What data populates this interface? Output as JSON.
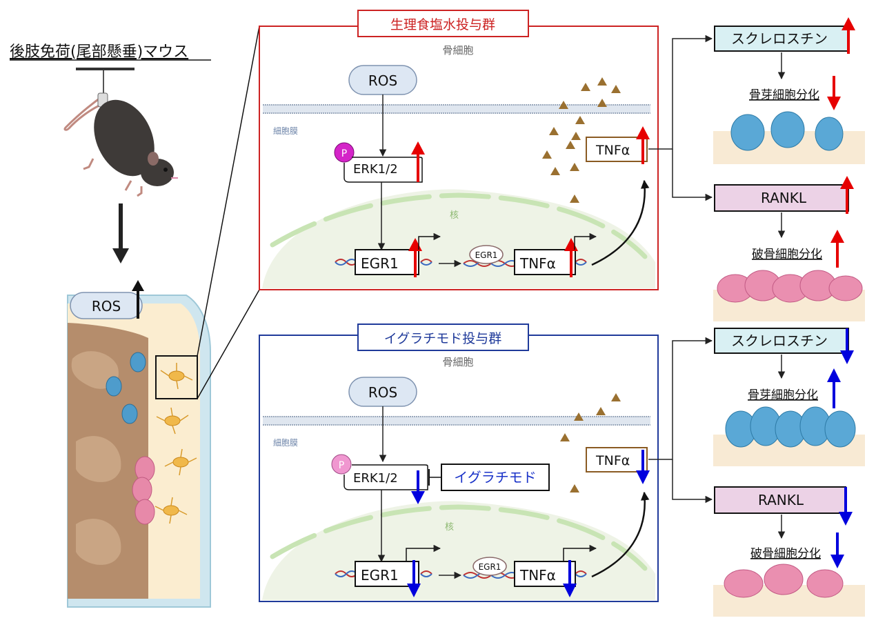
{
  "left": {
    "title": "後肢免荷(尾部懸垂)マウス",
    "ros": "ROS"
  },
  "panel_saline": {
    "title": "生理食塩水投与群",
    "cell_label": "骨細胞",
    "membrane_label": "細胞膜",
    "nucleus_label": "核",
    "ros": "ROS",
    "p": "P",
    "erk": "ERK1/2",
    "egr1_gene": "EGR1",
    "egr1_protein": "EGR1",
    "tnf_gene": "TNFα",
    "tnf_secreted": "TNFα"
  },
  "panel_igura": {
    "title": "イグラチモド投与群",
    "cell_label": "骨細胞",
    "membrane_label": "細胞膜",
    "nucleus_label": "核",
    "ros": "ROS",
    "p": "P",
    "erk": "ERK1/2",
    "drug": "イグラチモド",
    "egr1_gene": "EGR1",
    "egr1_protein": "EGR1",
    "tnf_gene": "TNFα",
    "tnf_secreted": "TNFα"
  },
  "right_saline": {
    "sclerostin": "スクレロスチン",
    "osteoblast": "骨芽細胞分化",
    "rankl": "RANKL",
    "osteoclast": "破骨細胞分化"
  },
  "right_igura": {
    "sclerostin": "スクレロスチン",
    "osteoblast": "骨芽細胞分化",
    "rankl": "RANKL",
    "osteoclast": "破骨細胞分化"
  },
  "colors": {
    "red": "#e60000",
    "blue": "#0000dd",
    "red_frame": "#cc2222",
    "blue_frame": "#1f3a9a",
    "sclerostin_fill": "#d9f0f3",
    "rankl_fill": "#ecd2e6",
    "tnf_border": "#8a5a22",
    "ros_fill": "#dde7f3"
  }
}
